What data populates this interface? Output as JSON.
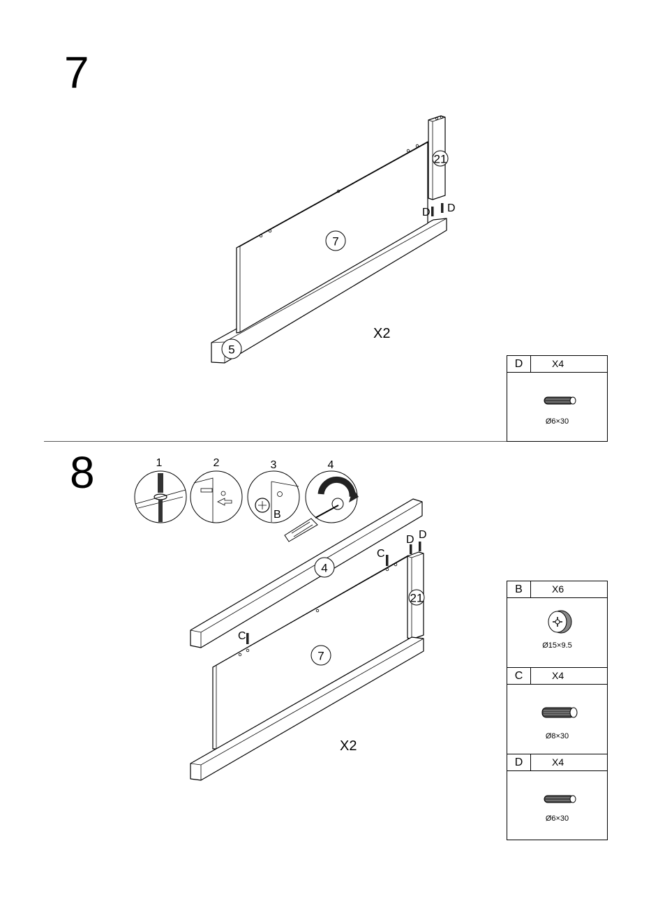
{
  "steps": [
    {
      "number": "7",
      "multiplier": "X2",
      "part_labels": {
        "rail": "5",
        "panel": "7",
        "post": "21"
      },
      "dowel_labels": [
        "D",
        "D"
      ],
      "hardware": [
        {
          "code": "D",
          "qty": "X4",
          "size": "Ø6×30",
          "icon": "wooden-dowel-icon"
        }
      ]
    },
    {
      "number": "8",
      "multiplier": "X2",
      "sub_steps": [
        "1",
        "2",
        "3",
        "4"
      ],
      "cam_label": "B",
      "part_labels": {
        "top_rail": "4",
        "panel": "7",
        "post": "21"
      },
      "dowel_labels": [
        "C",
        "C",
        "D",
        "D"
      ],
      "hardware": [
        {
          "code": "B",
          "qty": "X6",
          "size": "Ø15×9.5",
          "icon": "cam-lock-icon"
        },
        {
          "code": "C",
          "qty": "X4",
          "size": "Ø8×30",
          "icon": "wooden-dowel-icon"
        },
        {
          "code": "D",
          "qty": "X4",
          "size": "Ø6×30",
          "icon": "wooden-dowel-icon"
        }
      ]
    }
  ]
}
